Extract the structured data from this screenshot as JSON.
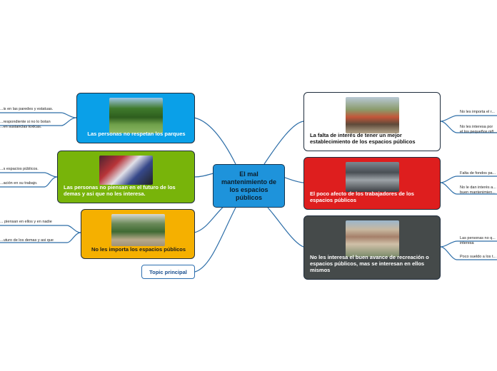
{
  "central": {
    "title": "El mal mantenimiento de los espacios públicos"
  },
  "floating_topic": {
    "label": "Topic principal"
  },
  "left_nodes": [
    {
      "label": "Las personas no respetan los parques",
      "color": "#0aa0e8",
      "leaves": [
        "...is en las paredes y estatuas.",
        "...respondiente si no lo botan",
        "...en sustancias toxicas."
      ]
    },
    {
      "label": "Las personas no piensan en el futuro de los demas y asi que no les interesa.",
      "color": "#78b40a",
      "leaves": [
        "...s espacios públicos.",
        "...ación en su trabajo."
      ]
    },
    {
      "label": "No les importa los espacios públicos",
      "color": "#f5b000",
      "leaves": [
        "... piensan en ellos y en nadie",
        "...uturo de los demas y asi que"
      ]
    }
  ],
  "right_nodes": [
    {
      "label": "La falta de interés de tener un mejor establecimiento de los espacios públicos",
      "color": "#ffffff",
      "leaves": [
        "No les importa el r...",
        "No les interesa por",
        "el los pequeños niñ..."
      ]
    },
    {
      "label": "El poco afecto de los trabajadores de los espacios públicos",
      "color": "#de1e1e",
      "leaves": [
        "Falta de fondos  pa...",
        "No le dan interés a...",
        "buen mantenimien..."
      ]
    },
    {
      "label": "No les interesa el buen avance de recreación o espacios públicos, mas se interesan en ellos mismos",
      "color": "#454a4a",
      "leaves": [
        "Las personas no q...",
        "interesa",
        "Poco sueldo a los t..."
      ]
    }
  ]
}
